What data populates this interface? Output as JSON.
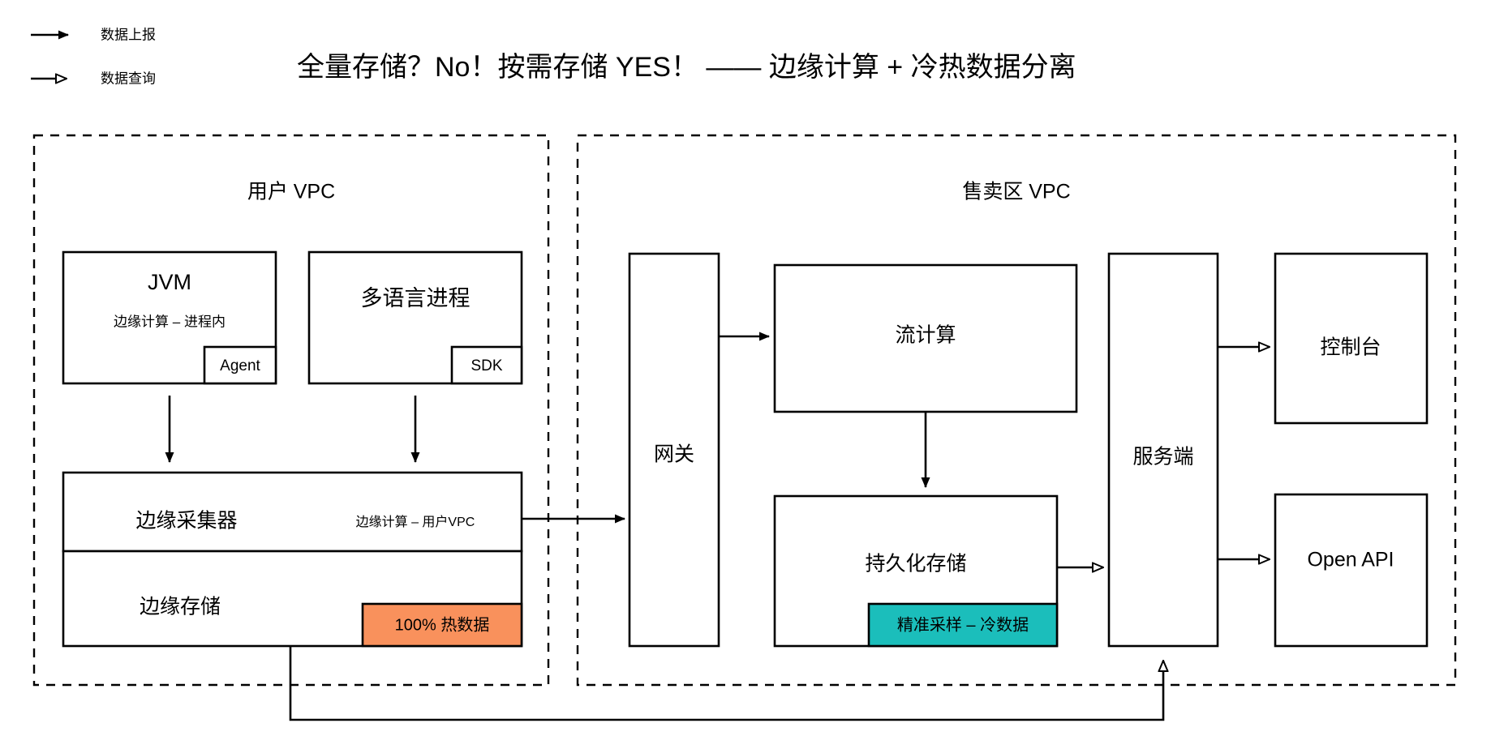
{
  "legend": {
    "items": [
      {
        "label": "数据上报",
        "arrow": "filled",
        "icon": "solid-arrow-icon"
      },
      {
        "label": "数据查询",
        "arrow": "hollow",
        "icon": "hollow-arrow-icon"
      }
    ]
  },
  "title": "全量存储？No！按需存储 YES！ —— 边缘计算 + 冷热数据分离",
  "colors": {
    "hot_badge": "#F9915C",
    "cold_badge": "#1BBEBB",
    "stroke": "#000000",
    "background": "#FFFFFF"
  },
  "zones": [
    {
      "id": "user-vpc",
      "label": "用户 VPC"
    },
    {
      "id": "sales-vpc",
      "label": "售卖区 VPC"
    }
  ],
  "nodes": {
    "jvm": {
      "title": "JVM",
      "subtitle": "边缘计算 – 进程内",
      "tag": "Agent"
    },
    "multilang": {
      "title": "多语言进程",
      "tag": "SDK"
    },
    "edge_collector": {
      "title": "边缘采集器",
      "note": "边缘计算 – 用户VPC"
    },
    "edge_storage": {
      "title": "边缘存储",
      "badge": "100% 热数据"
    },
    "gateway": {
      "title": "网关"
    },
    "stream_compute": {
      "title": "流计算"
    },
    "persistent_storage": {
      "title": "持久化存储",
      "badge": "精准采样 – 冷数据"
    },
    "server": {
      "title": "服务端"
    },
    "console": {
      "title": "控制台"
    },
    "open_api": {
      "title": "Open API"
    }
  }
}
